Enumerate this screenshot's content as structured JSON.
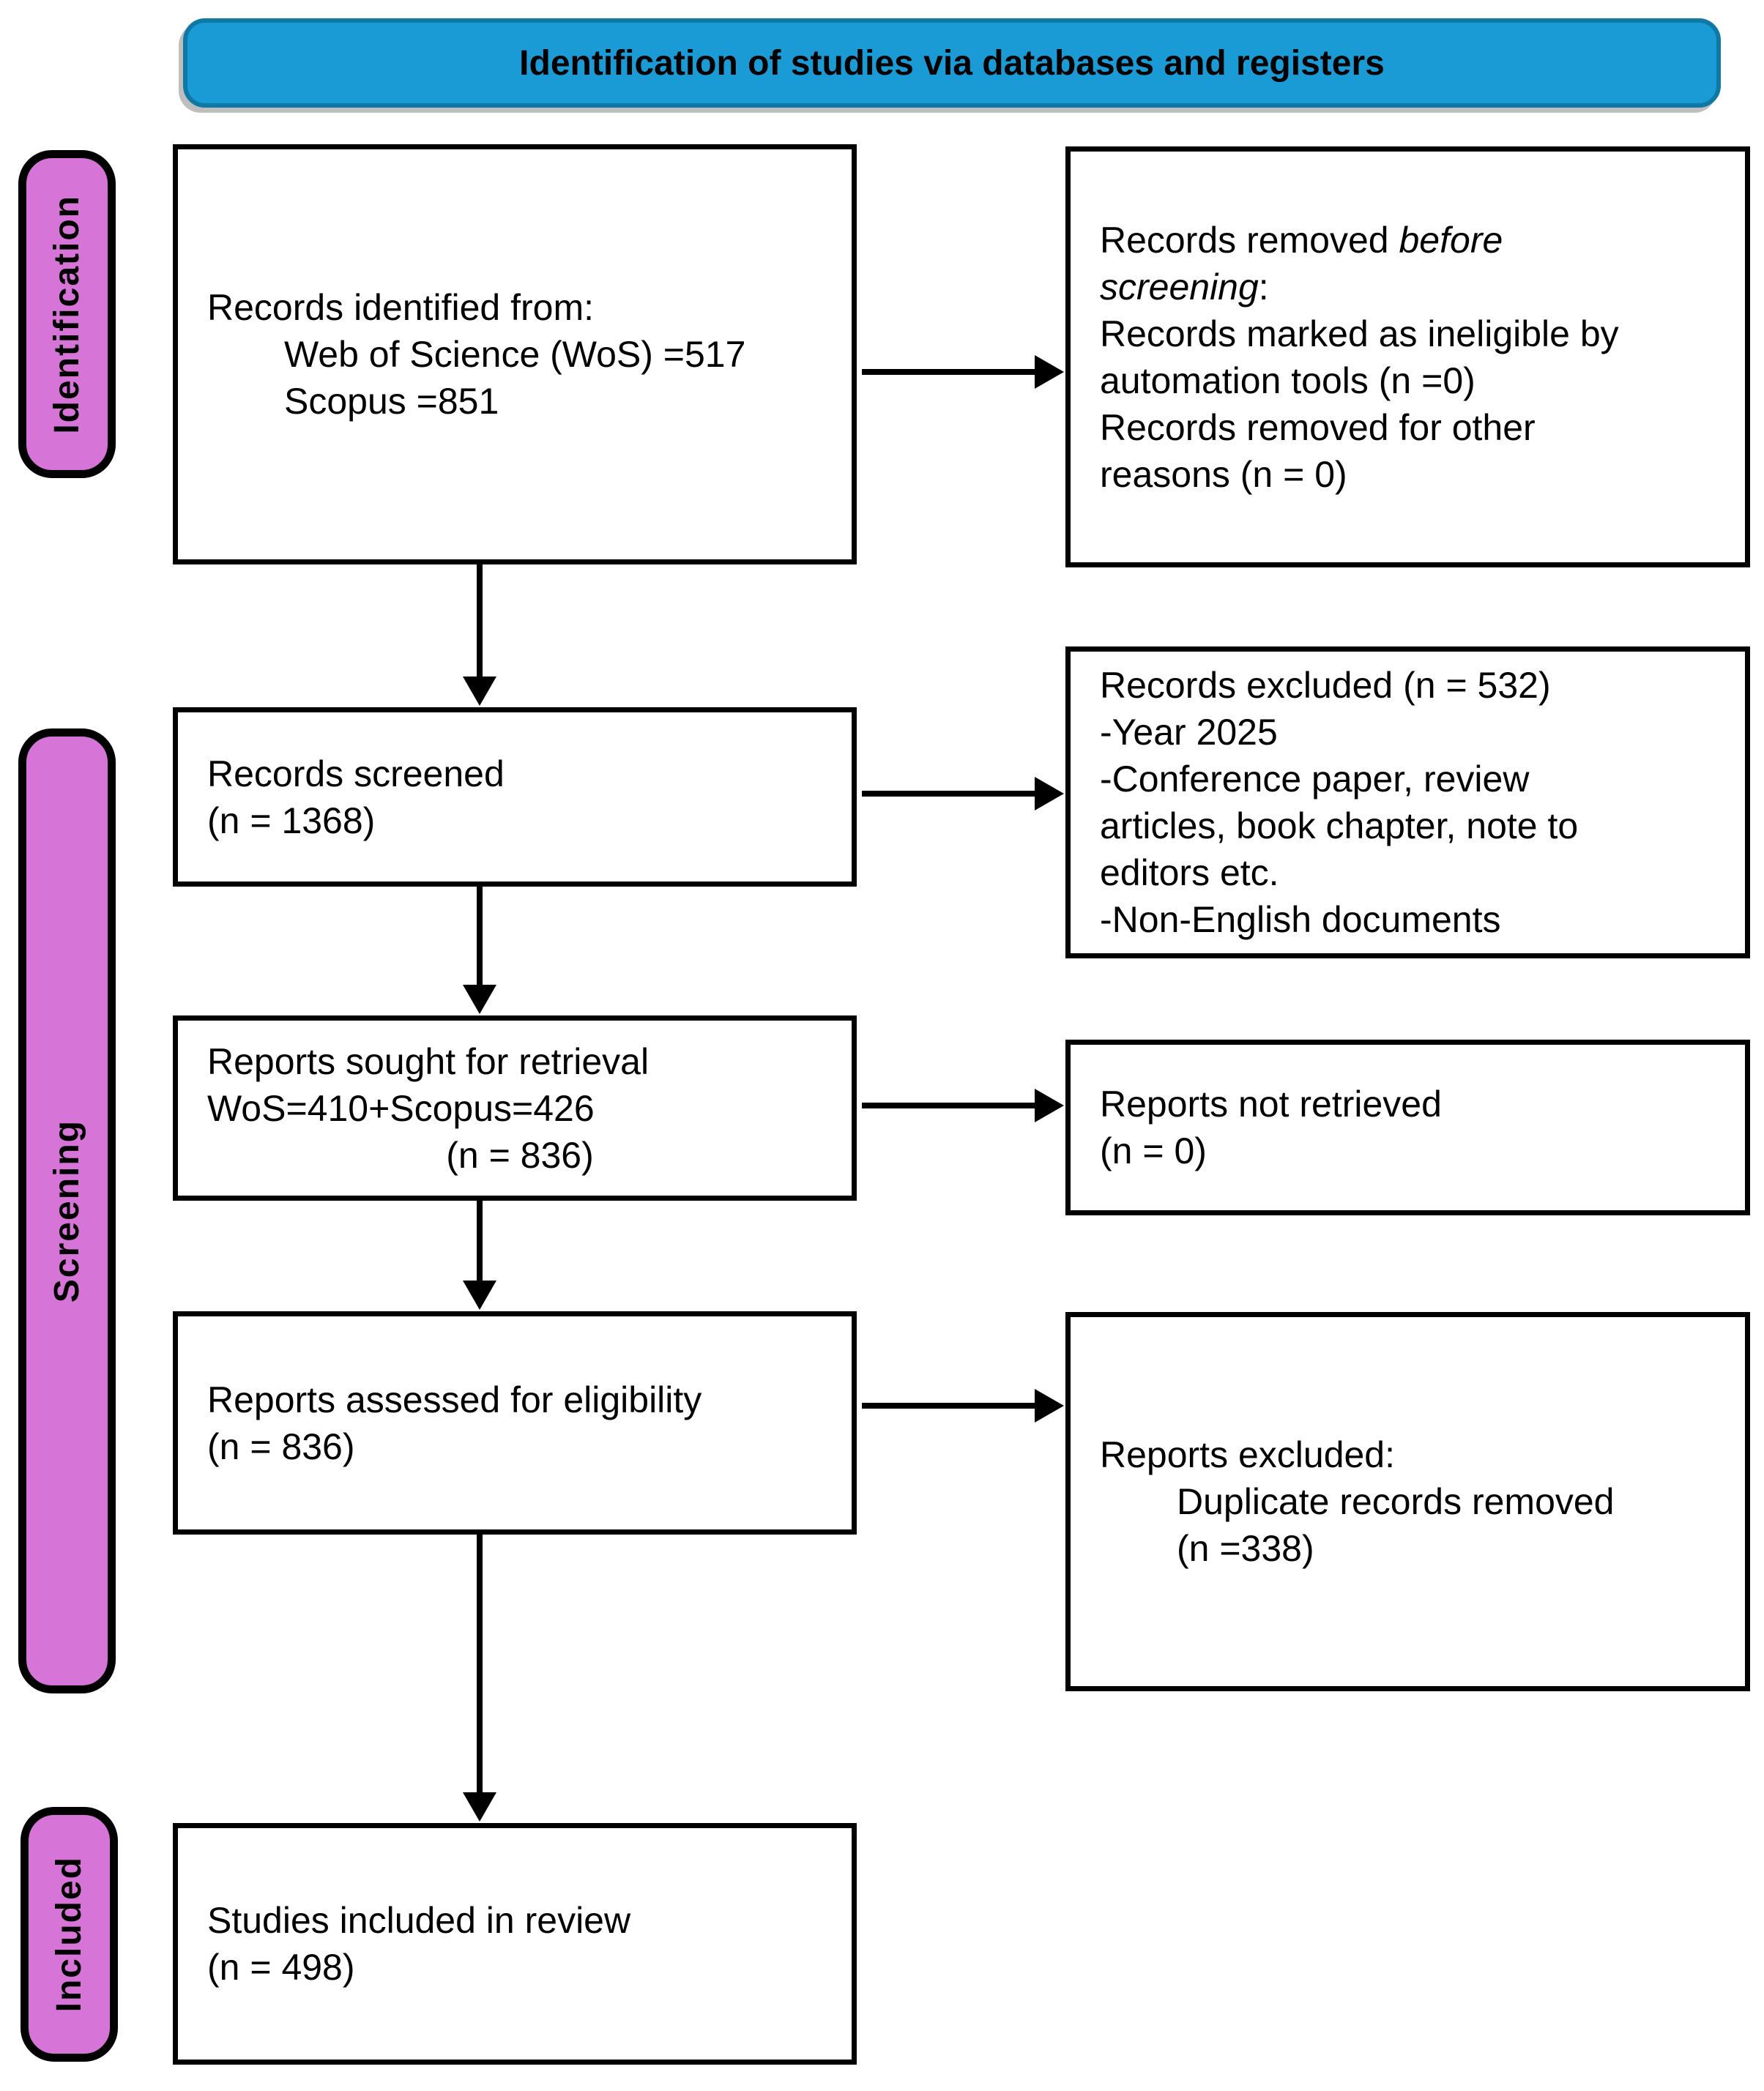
{
  "header": {
    "title": "Identification of studies via databases and registers"
  },
  "stages": {
    "identification": "Identification",
    "screening": "Screening",
    "included": "Included"
  },
  "boxes": {
    "records_identified": {
      "lines": [
        {
          "text": "Records identified from:"
        },
        {
          "text": "Web of Science (WoS) =517",
          "indent": true
        },
        {
          "text": "Scopus =851",
          "indent": true
        }
      ]
    },
    "records_removed": {
      "lines": [
        {
          "segments": [
            {
              "text": "Records removed "
            },
            {
              "text": "before",
              "italic": true
            }
          ]
        },
        {
          "segments": [
            {
              "text": "screening",
              "italic": true
            },
            {
              "text": ":"
            }
          ]
        },
        {
          "text": "Records marked as ineligible by"
        },
        {
          "text": "automation tools (n =0)"
        },
        {
          "text": "Records removed for other"
        },
        {
          "text": "reasons (n = 0)"
        }
      ]
    },
    "records_screened": {
      "lines": [
        {
          "text": "Records screened"
        },
        {
          "text": "(n = 1368)"
        }
      ]
    },
    "records_excluded": {
      "lines": [
        {
          "text": "Records excluded (n = 532)"
        },
        {
          "text": "-Year 2025"
        },
        {
          "text": "-Conference paper, review"
        },
        {
          "text": "articles, book chapter, note to"
        },
        {
          "text": "editors etc."
        },
        {
          "text": "-Non-English documents"
        }
      ]
    },
    "reports_sought": {
      "lines": [
        {
          "text": "Reports sought for retrieval"
        },
        {
          "text": "WoS=410+Scopus=426"
        },
        {
          "text": "(n = 836)",
          "center": true
        }
      ]
    },
    "reports_not_retrieved": {
      "lines": [
        {
          "text": "Reports not retrieved"
        },
        {
          "text": "(n = 0)"
        }
      ]
    },
    "reports_assessed": {
      "lines": [
        {
          "text": "Reports assessed for eligibility"
        },
        {
          "text": "(n = 836)"
        }
      ]
    },
    "reports_excluded": {
      "lines": [
        {
          "text": "Reports excluded:"
        },
        {
          "text": "Duplicate records removed",
          "indent": true
        },
        {
          "text": "(n =338)",
          "indent": true
        }
      ]
    },
    "studies_included": {
      "lines": [
        {
          "text": "Studies included in review"
        },
        {
          "text": "(n = 498)"
        }
      ]
    }
  },
  "colors": {
    "header_fill": "#1B9BD6",
    "header_border": "#0F79A6",
    "stage_fill": "#D774D7",
    "box_border": "#000000",
    "arrow": "#000000"
  }
}
